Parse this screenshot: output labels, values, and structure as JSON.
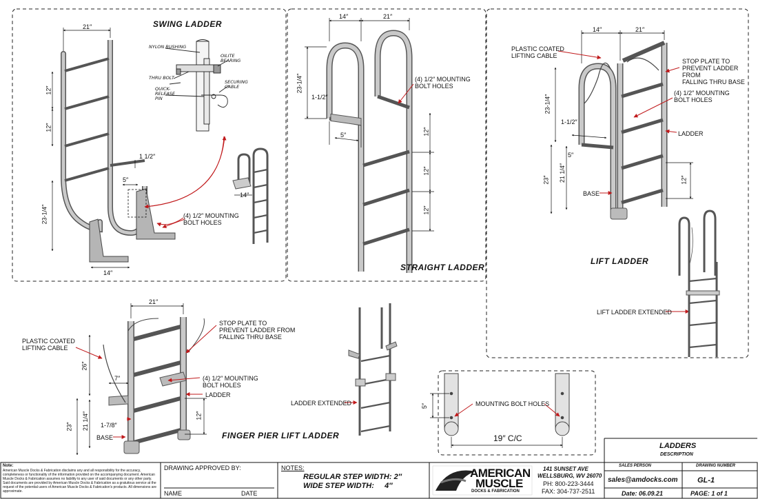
{
  "titles": {
    "swing": "SWING LADDER",
    "straight": "STRAIGHT LADDER",
    "lift": "LIFT LADDER",
    "finger": "FINGER PIER LIFT LADDER"
  },
  "swing": {
    "dim_top": "21″",
    "dim_12a": "12″",
    "dim_12b": "12″",
    "dim_23": "23-1/4″",
    "dim_14": "14″",
    "dim_1_5": "1 1/2″",
    "dim_5": "5″",
    "bolt_holes": "(4) 1/2″ MOUNTING\nBOLT HOLES",
    "small_14": "14″",
    "detail": {
      "nylon": "NYLON BUSHING",
      "oilite": "OILITE\nBEARING",
      "thru": "THRU BOLT",
      "quick": "QUICK-\nRELEASE\nPIN",
      "securing": "SECURING\nCABLE"
    }
  },
  "straight": {
    "dim_14": "14″",
    "dim_21": "21″",
    "dim_23": "23-1/4″",
    "dim_1_5": "1-1/2″",
    "dim_5": "5″",
    "dim_12a": "12″",
    "dim_12b": "12″",
    "dim_12c": "12″",
    "bolt_holes": "(4) 1/2″ MOUNTING\nBOLT HOLES"
  },
  "lift": {
    "dim_14": "14″",
    "dim_21": "21″",
    "cable": "PLASTIC COATED\nLIFTING CABLE",
    "stop": "STOP PLATE TO\nPREVENT LADDER FROM\nFALLING THRU BASE",
    "bolt_holes": "(4) 1/2″ MOUNTING\nBOLT HOLES",
    "dim_23_14": "23-1/4″",
    "dim_1_5": "1-1/2″",
    "ladder": "LADDER",
    "dim_5": "5″",
    "dim_23": "23″",
    "dim_21_14": "21 1/4″",
    "dim_12": "12″",
    "base": "BASE",
    "extended": "LIFT LADDER EXTENDED"
  },
  "finger": {
    "dim_21": "21″",
    "stop": "STOP PLATE TO\nPREVENT LADDER FROM\nFALLING THRU BASE",
    "cable": "PLASTIC COATED\nLIFTING CABLE",
    "dim_26": "26″",
    "dim_7": "7″",
    "bolt_holes": "(4) 1/2″ MOUNTING\nBOLT HOLES",
    "ladder": "LADDER",
    "dim_23": "23″",
    "dim_21_14": "21 1/4″",
    "dim_1_78": "1-7/8″",
    "dim_12": "12″",
    "base": "BASE",
    "extended": "LADDER EXTENDED"
  },
  "mount": {
    "dim_5": "5″",
    "bolt_holes": "MOUNTING BOLT HOLES",
    "cc": "19″ C/C"
  },
  "title_block": {
    "note_head": "Note:",
    "note_body": "American Muscle Docks & Fabrication disclaims any and all responsibility for the accuracy, completeness or functionality of the information provided on the accompanying document.  American Muscle Docks & Fabrication assumes no liability to any user of said documents or any other party. Said documents are provided by American Muscle Docks & Fabrication as a gratuitous service at the request of the potential users of American Muscle Docks & Fabrication's products.  All dimensions are approximate.",
    "approved": "DRAWING APPROVED BY:",
    "name": "NAME",
    "date_label": "DATE",
    "notes": "NOTES:",
    "regular": "REGULAR STEP WIDTH: 2″",
    "wide": "WIDE STEP WIDTH:     4″",
    "logo1": "AMERICAN",
    "logo2": "MUSCLE",
    "logo3": "DOCKS & FABRICATION",
    "addr1": "141 SUNSET AVE",
    "addr2": "WELLSBURG, WV 26070",
    "phone": "PH:  800-223-3444",
    "fax": "FAX:  304-737-2511",
    "heading": "LADDERS",
    "description": "DESCRIPTION",
    "sales_label": "SALES PERSON",
    "drawing_label": "DRAWING NUMBER",
    "email": "sales@amdocks.com",
    "drawing_no": "GL-1",
    "date": "Date:  06.09.21",
    "page": "PAGE: 1 of 1"
  }
}
